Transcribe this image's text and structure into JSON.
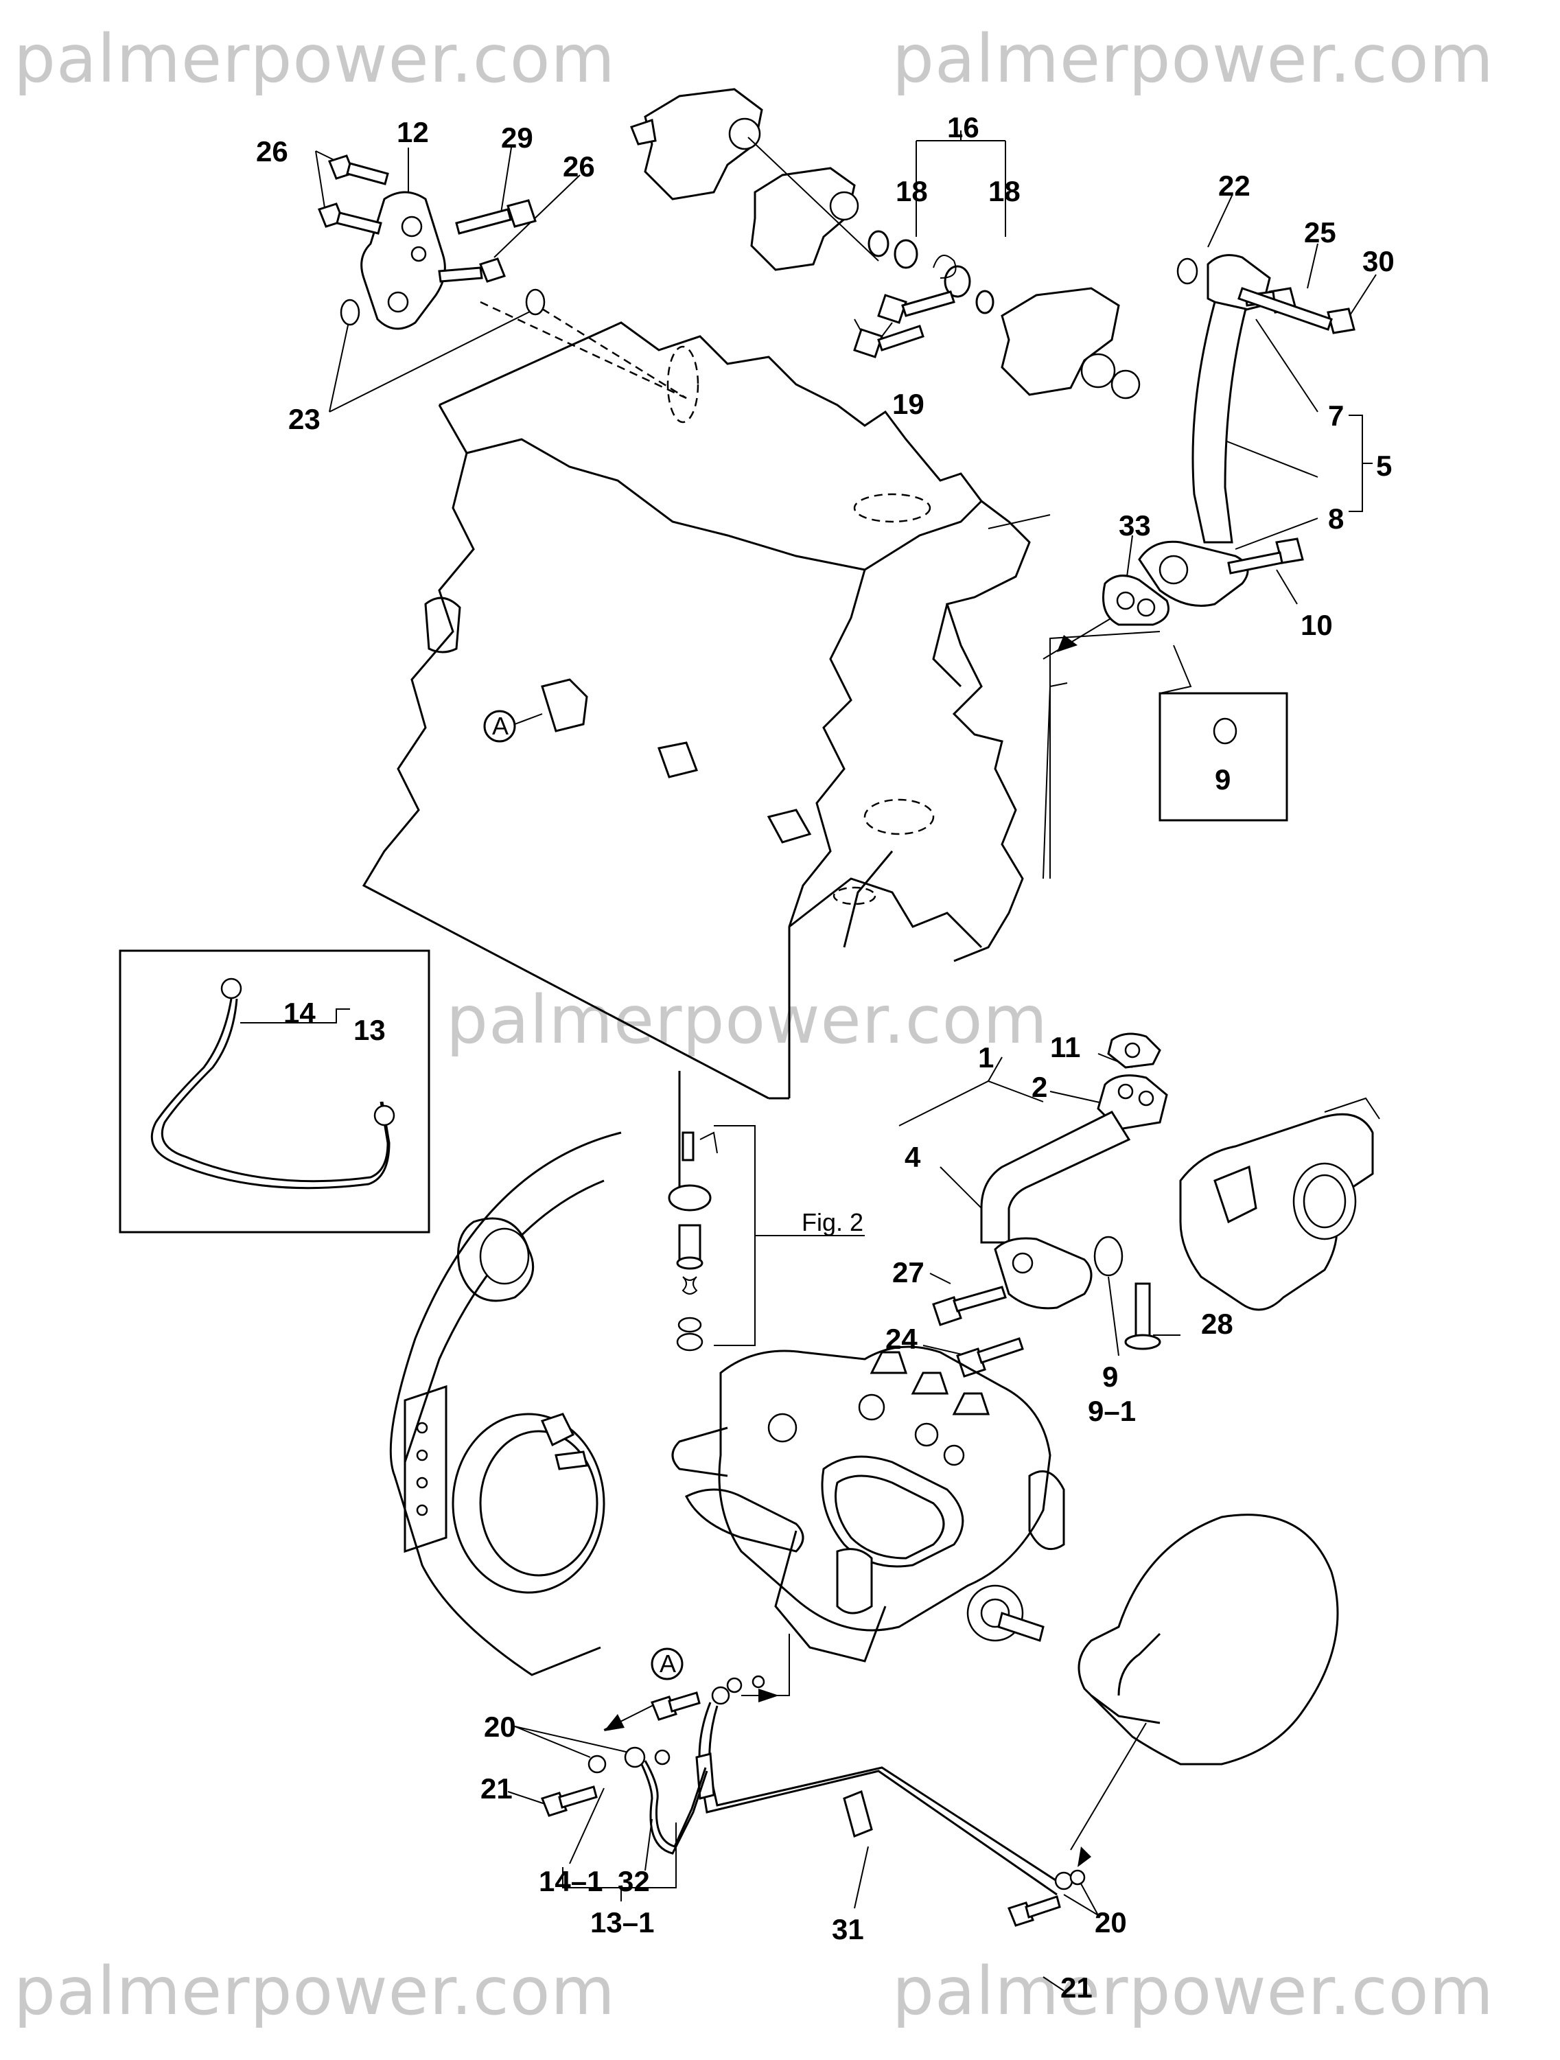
{
  "watermark": {
    "text": "palmerpower.com"
  },
  "callouts": {
    "c1": "1",
    "c2": "2",
    "c4": "4",
    "c5": "5",
    "c7": "7",
    "c8": "8",
    "c9a": "9",
    "c9b": "9",
    "c9_1": "9–1",
    "c10": "10",
    "c11": "11",
    "c12": "12",
    "c13": "13",
    "c13_1": "13–1",
    "c14": "14",
    "c14_1": "14–1",
    "c16": "16",
    "c18a": "18",
    "c18b": "18",
    "c19": "19",
    "c20a": "20",
    "c20b": "20",
    "c21a": "21",
    "c21b": "21",
    "c22": "22",
    "c23": "23",
    "c24": "24",
    "c25": "25",
    "c26a": "26",
    "c26b": "26",
    "c27": "27",
    "c28": "28",
    "c29": "29",
    "c30": "30",
    "c31": "31",
    "c32": "32",
    "c33": "33",
    "refA1": "A",
    "refA2": "A",
    "fig2": "Fig. 2"
  }
}
